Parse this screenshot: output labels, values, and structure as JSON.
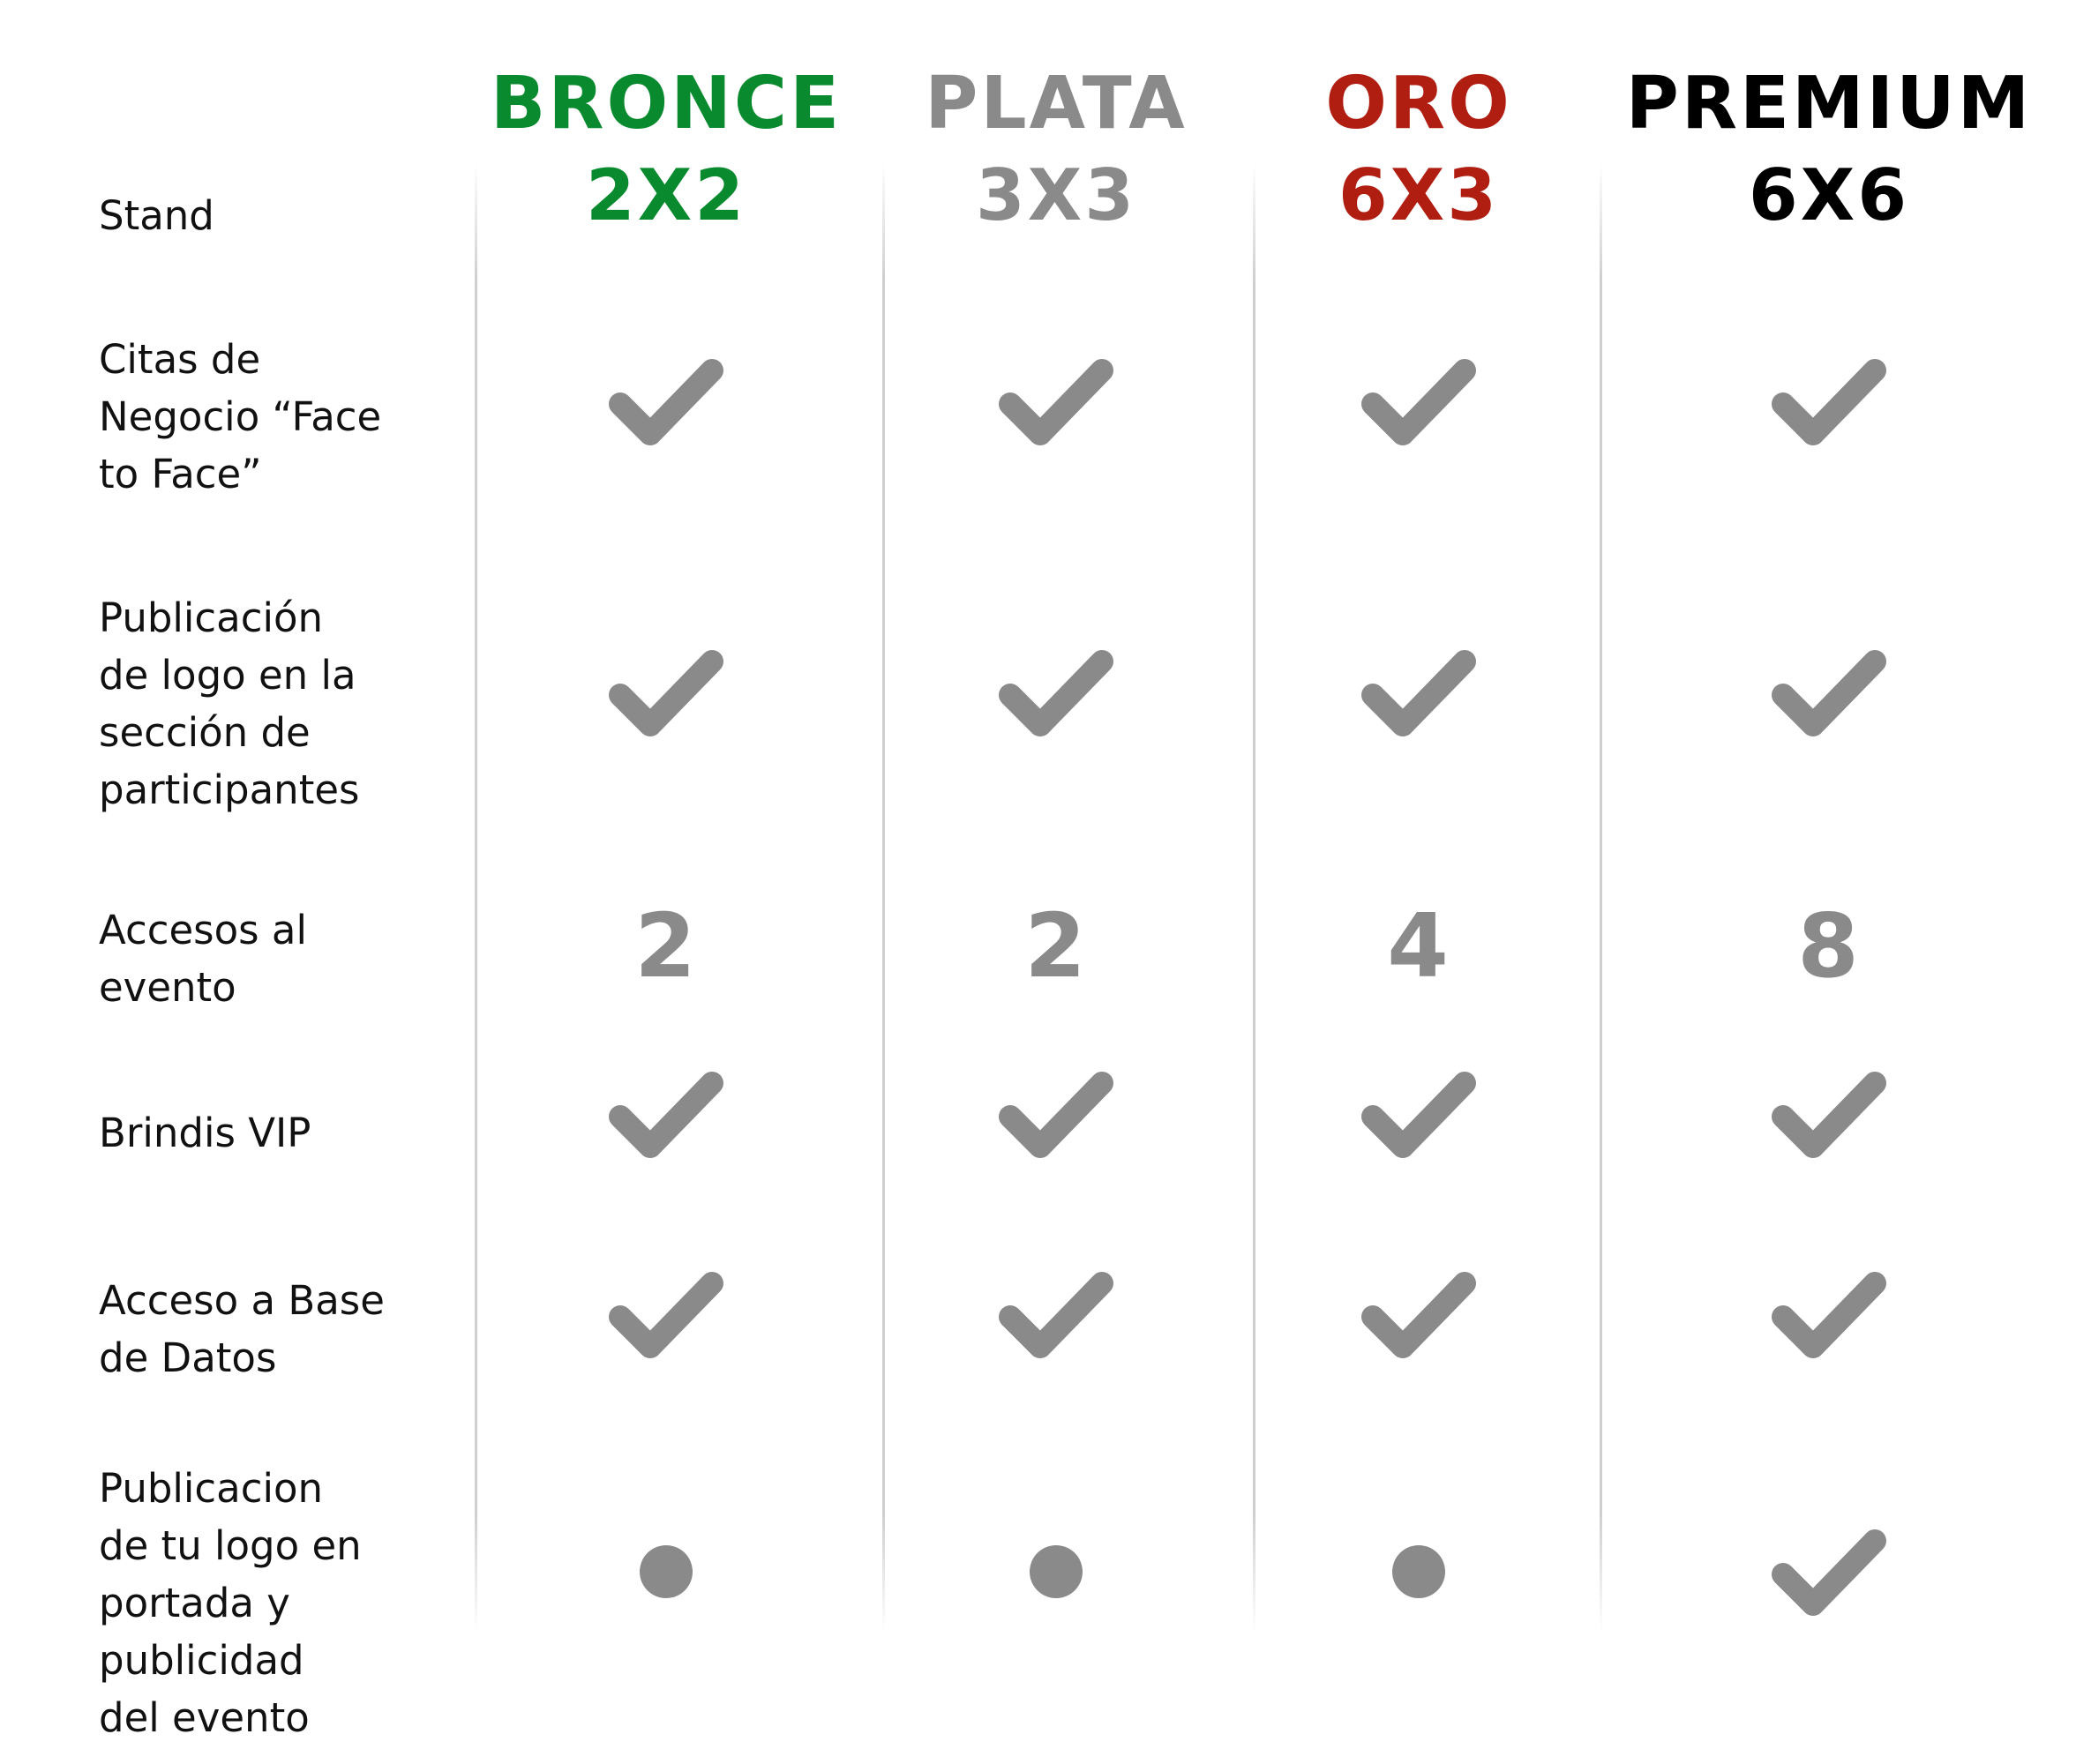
{
  "tiers": [
    {
      "name": "BRONCE",
      "size": "2X2",
      "color": "#0a8a2e"
    },
    {
      "name": "PLATA",
      "size": "3X3",
      "color": "#8a8a8a"
    },
    {
      "name": "ORO",
      "size": "6X3",
      "color": "#b01e12"
    },
    {
      "name": "PREMIUM",
      "size": "6X6",
      "color": "#000000"
    }
  ],
  "rows": [
    {
      "label": "Stand",
      "values": []
    },
    {
      "label": "Citas de\nNegocio “Face\nto Face”",
      "values": [
        "check-icon",
        "check-icon",
        "check-icon",
        "check-icon"
      ]
    },
    {
      "label": "Publicación\nde logo en la\nsección de\nparticipantes",
      "values": [
        "check-icon",
        "check-icon",
        "check-icon",
        "check-icon"
      ]
    },
    {
      "label": "Accesos al\nevento",
      "values": [
        "2",
        "2",
        "4",
        "8"
      ]
    },
    {
      "label": "Brindis VIP",
      "values": [
        "check-icon",
        "check-icon",
        "check-icon",
        "check-icon"
      ]
    },
    {
      "label": "Acceso a Base\nde Datos",
      "values": [
        "check-icon",
        "check-icon",
        "check-icon",
        "check-icon"
      ]
    },
    {
      "label": "Publicacion\nde tu logo en\nportada y\npublicidad\ndel evento",
      "values": [
        "dot-icon",
        "dot-icon",
        "dot-icon",
        "check-icon"
      ]
    }
  ],
  "icon_color": "#8a8a8a"
}
